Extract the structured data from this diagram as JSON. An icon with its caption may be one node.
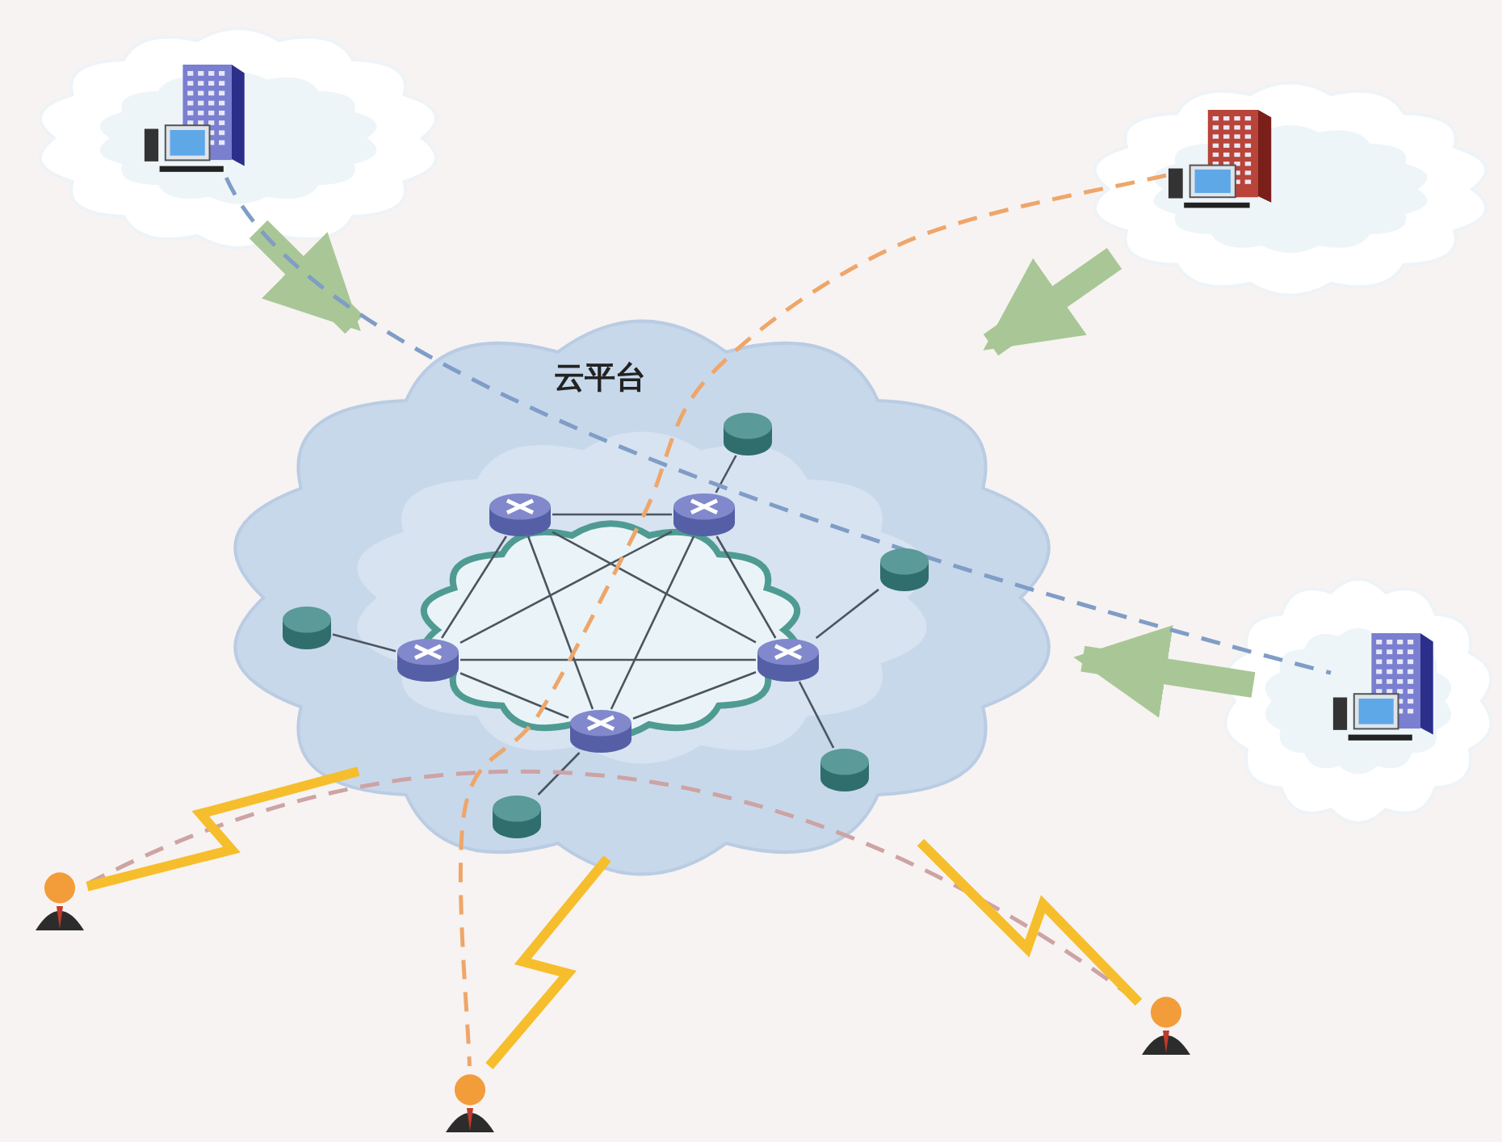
{
  "diagram": {
    "nodes": [
      {
        "text": [
          "云平台"
        ]
      },
      {
        "text": [],
        "shape": "cylinder",
        "in": 0
      },
      {
        "text": [],
        "shape": "cylinder",
        "in": 0
      },
      {
        "text": [],
        "shape": "cylinder",
        "in": 0
      },
      {
        "text": [],
        "shape": "cylinder",
        "in": 0
      },
      {
        "text": [],
        "shape": "cylinder",
        "in": 0
      },
      {
        "text": [],
        "shape": "cylinder",
        "in": 0
      },
      {
        "text": [],
        "shape": "cylinder",
        "in": 0
      },
      {
        "text": [],
        "shape": "cylinder",
        "in": 0
      },
      {
        "text": [],
        "shape": "cylinder",
        "in": 0
      },
      {
        "text": [],
        "shape": "cylinder",
        "in": 0
      },
      {
        "text": [],
        "shape": "cloud"
      },
      {
        "text": [],
        "shape": "picture",
        "in": 11
      },
      {
        "text": [],
        "shape": "cloud"
      },
      {
        "text": [],
        "shape": "picture",
        "in": 13
      },
      {
        "text": [],
        "shape": "cloud"
      },
      {
        "text": [],
        "shape": "picture",
        "in": 15
      },
      {
        "text": [],
        "shape": "person"
      },
      {
        "text": [],
        "shape": "person"
      },
      {
        "text": [],
        "shape": "person"
      }
    ],
    "edges": [
      {
        "from": 1,
        "to": 2,
        "arrow": "none"
      },
      {
        "from": 1,
        "to": 3,
        "arrow": "none"
      },
      {
        "from": 1,
        "to": 4,
        "arrow": "none"
      },
      {
        "from": 1,
        "to": 5,
        "arrow": "none"
      },
      {
        "from": 2,
        "to": 3,
        "arrow": "none"
      },
      {
        "from": 2,
        "to": 4,
        "arrow": "none"
      },
      {
        "from": 2,
        "to": 5,
        "arrow": "none"
      },
      {
        "from": 3,
        "to": 4,
        "arrow": "none"
      },
      {
        "from": 3,
        "to": 5,
        "arrow": "none"
      },
      {
        "from": 4,
        "to": 5,
        "arrow": "none"
      },
      {
        "from": 2,
        "to": 6,
        "arrow": "none"
      },
      {
        "from": 4,
        "to": 7,
        "arrow": "none"
      },
      {
        "from": 3,
        "to": 8,
        "arrow": "none"
      },
      {
        "from": 4,
        "to": 9,
        "arrow": "none"
      },
      {
        "from": 5,
        "to": 10,
        "arrow": "none"
      },
      {
        "from": 11,
        "to": 0,
        "arrow": "to",
        "style": "thick",
        "color": "#a9c796"
      },
      {
        "from": 13,
        "to": 0,
        "arrow": "to",
        "style": "thick",
        "color": "#a9c796"
      },
      {
        "from": 15,
        "to": 0,
        "arrow": "to",
        "style": "thick",
        "color": "#a9c796"
      },
      {
        "from": 12,
        "to": 16,
        "arrow": "none",
        "style": "dashed",
        "color": "#7f9dc6"
      },
      {
        "from": 14,
        "to": 18,
        "arrow": "none",
        "style": "dashed",
        "color": "#eea66a"
      },
      {
        "from": 17,
        "to": 19,
        "arrow": "none",
        "style": "dashed",
        "color": "#cda3a3"
      },
      {
        "from": 17,
        "to": 0,
        "arrow": "none",
        "style": "thick",
        "color": "#f6be2c"
      },
      {
        "from": 18,
        "to": 0,
        "arrow": "none",
        "style": "thick",
        "color": "#f6be2c"
      },
      {
        "from": 19,
        "to": 0,
        "arrow": "none",
        "style": "thick",
        "color": "#f6be2c"
      }
    ]
  }
}
